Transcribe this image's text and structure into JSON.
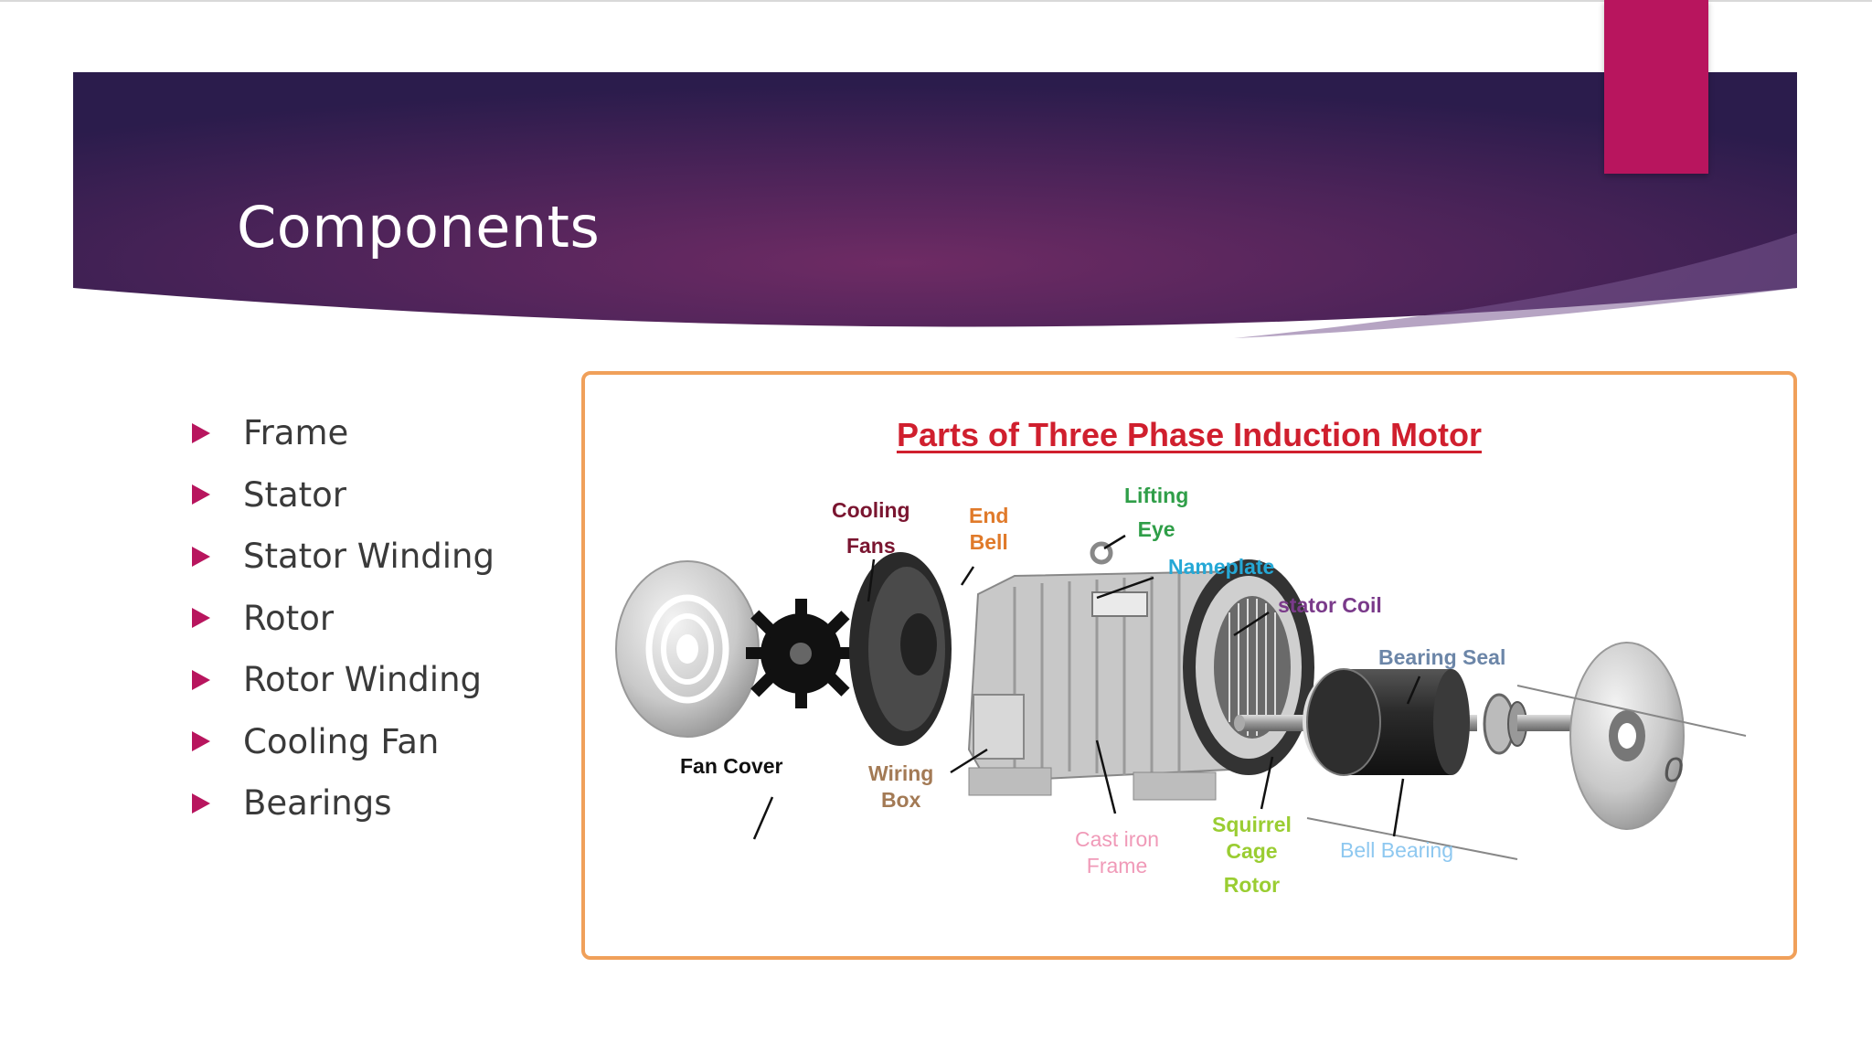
{
  "slide": {
    "title": "Components",
    "bullets": [
      {
        "label": "Frame"
      },
      {
        "label": "Stator"
      },
      {
        "label": "Stator Winding"
      },
      {
        "label": "Rotor"
      },
      {
        "label": "Rotor Winding"
      },
      {
        "label": "Cooling Fan"
      },
      {
        "label": "Bearings"
      }
    ]
  },
  "figure": {
    "title": "Parts of Three Phase Induction Motor",
    "labels": {
      "cooling_fans": {
        "line1": "Cooling",
        "line2": "Fans",
        "color": "#7a1530"
      },
      "end_bell": {
        "line1": "End",
        "line2": "Bell",
        "color": "#e07a2a"
      },
      "lifting_eye": {
        "line1": "Lifting",
        "line2": "Eye",
        "color": "#2f9e48"
      },
      "nameplate": {
        "line1": "Nameplate",
        "color": "#25a8d6"
      },
      "stator_coil": {
        "line1": "stator Coil",
        "color": "#7a3a8a"
      },
      "bearing_seal": {
        "line1": "Bearing Seal",
        "color": "#6c86a8"
      },
      "fan_cover": {
        "line1": "Fan Cover",
        "color": "#111111"
      },
      "wiring_box": {
        "line1": "Wiring",
        "line2": "Box",
        "color": "#a37a55"
      },
      "cast_iron_frame": {
        "line1": "Cast iron",
        "line2": "Frame",
        "color": "#f09ab8"
      },
      "squirrel_cage_rotor": {
        "line1": "Squirrel",
        "line2": "Cage",
        "line3": "Rotor",
        "color": "#9acd32"
      },
      "bell_bearing": {
        "line1": "Bell Bearing",
        "color": "#8ec8f0"
      },
      "stray_mark": {
        "line1": "0",
        "color": "#555555"
      }
    }
  },
  "colors": {
    "accent": "#b8155e",
    "banner_dark": "#2c1d4e",
    "banner_mid": "#6a2a66",
    "figure_border": "#f0a05a",
    "figure_title": "#d01f2e"
  }
}
